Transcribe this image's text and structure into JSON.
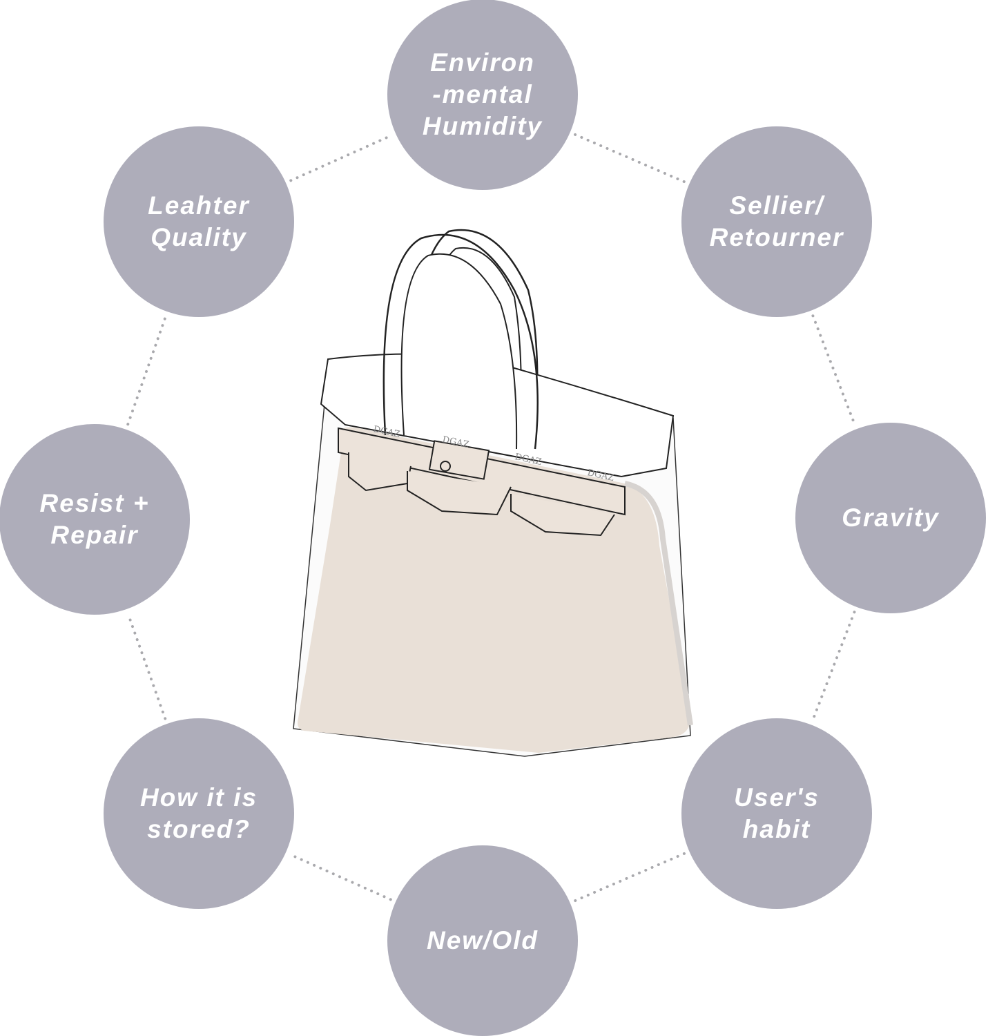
{
  "factors": [
    {
      "id": "environmental-humidity",
      "lines": [
        "Environ",
        "-mental",
        "Humidity"
      ]
    },
    {
      "id": "sellier-retourner",
      "lines": [
        "Sellier/",
        "Retourner"
      ]
    },
    {
      "id": "gravity",
      "lines": [
        "Gravity"
      ]
    },
    {
      "id": "users-habit",
      "lines": [
        "User's",
        "habit"
      ]
    },
    {
      "id": "new-old",
      "lines": [
        "New/Old"
      ]
    },
    {
      "id": "how-stored",
      "lines": [
        "How it is",
        "stored?"
      ]
    },
    {
      "id": "resist-repair",
      "lines": [
        "Resist +",
        "Repair"
      ]
    },
    {
      "id": "leather-quality",
      "lines": [
        "Leahter",
        "Quality"
      ]
    }
  ],
  "bag": {
    "logo_text": "DGAZ"
  },
  "colors": {
    "circle": "#aeadba",
    "text": "#ffffff",
    "dots": "#a9a9ad",
    "bag_fill": "#e9e0d7",
    "outline": "#222222"
  }
}
